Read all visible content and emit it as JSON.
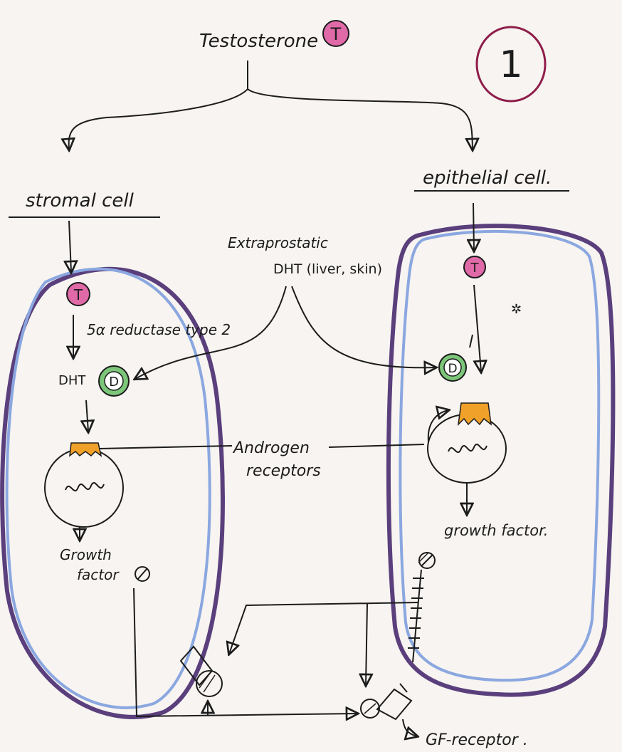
{
  "page_number": "1",
  "labels": {
    "testosterone": "Testosterone",
    "stromal_cell": "stromal cell",
    "epithelial_cell": "epithelial cell.",
    "extraprostatic_line1": "Extraprostatic",
    "extraprostatic_line2": "DHT (liver, skin)",
    "reductase": "5α reductase type 2",
    "dht": "DHT",
    "androgen_line1": "Androgen",
    "androgen_line2": "receptors",
    "growth_factor_left_line1": "Growth",
    "growth_factor_left_line2": "factor",
    "growth_factor_right": "growth factor.",
    "gf_receptor": "GF-receptor ."
  },
  "symbols": {
    "testosterone": "T",
    "dht": "D"
  },
  "colors": {
    "ink": "#1c1c1c",
    "cell_blue": "#8ba7e0",
    "cell_purple": "#5a3f7c",
    "testosterone_pink": "#e06aa8",
    "dht_green": "#7cc67a",
    "receptor_orange": "#f0a12a",
    "page_circle": "#8f1d4a"
  }
}
